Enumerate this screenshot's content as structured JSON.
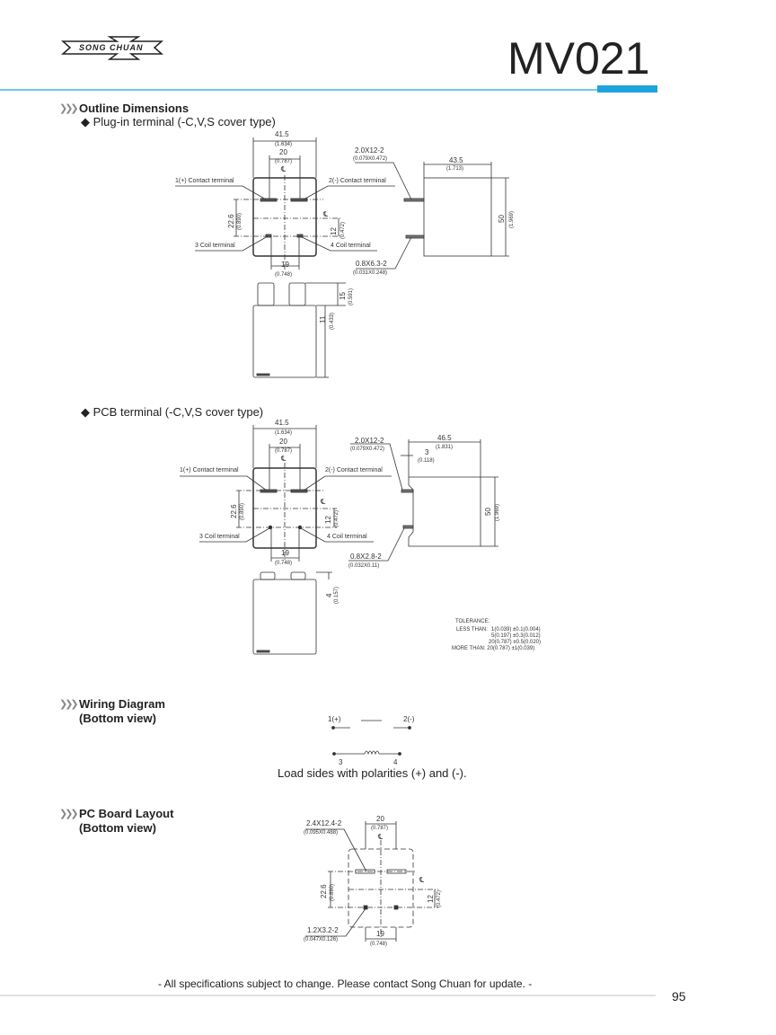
{
  "header": {
    "brand": "SONG CHUAN",
    "model": "MV021",
    "accent_color": "#1fa3dc"
  },
  "outline": {
    "title": "Outline Dimensions",
    "plugin": {
      "subtitle": "◆ Plug-in terminal (-C,V,S cover type)",
      "width": "41.5",
      "width_in": "(1.634)",
      "pitch": "20",
      "pitch_in": "(0.787)",
      "cl": "℄",
      "t1": "1(+) Contact terminal",
      "t2": "2(-) Contact terminal",
      "t3": "3 Coil terminal",
      "t4": "4 Coil terminal",
      "v226": "22.6",
      "v226_in": "(0.890)",
      "v12": "12",
      "v12_in": "(0.472)",
      "p19": "19",
      "p19_in": "(0.748)",
      "pin1": "2.0X12-2",
      "pin1_in": "(0.079X0.472)",
      "pin2": "0.8X6.3-2",
      "pin2_in": "(0.031X0.248)",
      "depth": "43.5",
      "depth_in": "(1.713)",
      "height": "50",
      "height_in": "(1.969)",
      "pinlen": "15",
      "pinlen_in": "(0.591)",
      "base": "11",
      "base_in": "(0.433)"
    },
    "pcb": {
      "subtitle": "◆ PCB terminal (-C,V,S cover type)",
      "width": "41.5",
      "width_in": "(1.634)",
      "pitch": "20",
      "pitch_in": "(0.787)",
      "cl": "℄",
      "t1": "1(+) Contact terminal",
      "t2": "2(-) Contact terminal",
      "t3": "3 Coil terminal",
      "t4": "4 Coil terminal",
      "v226": "22.6",
      "v226_in": "(0.890)",
      "v12": "12",
      "v12_in": "(0.472)",
      "p19": "19",
      "p19_in": "(0.748)",
      "pin1": "2.0X12-2",
      "pin1_in": "(0.079X0.472)",
      "pin2": "0.8X2.8-2",
      "pin2_in": "(0.032X0.11)",
      "depth": "46.5",
      "depth_in": "(1.831)",
      "standoff": "3",
      "standoff_in": "(0.118)",
      "height": "50",
      "height_in": "(1.969)",
      "pinlen": "4",
      "pinlen_in": "(0.157)"
    },
    "tolerance": {
      "title": "TOLERANCE:",
      "less": "LESS THAN:",
      "l1": "1(0.039) ±0.1(0.004)",
      "l2": "5(0.197) ±0.3(0.012)",
      "l3": "20(0.787) ±0.5(0.020)",
      "more": "MORE THAN: 20(0.787) ±1(0.039)"
    }
  },
  "wiring": {
    "title": "Wiring Diagram",
    "subtitle": "(Bottom view)",
    "p1": "1(+)",
    "p2": "2(-)",
    "p3": "3",
    "p4": "4",
    "note": "Load sides with polarities (+) and (-)."
  },
  "pcb_layout": {
    "title": "PC Board Layout",
    "subtitle": "(Bottom view)",
    "pitch": "20",
    "pitch_in": "(0.787)",
    "cl": "℄",
    "hole1": "2.4X12.4-2",
    "hole1_in": "(0.095X0.488)",
    "hole2": "1.2X3.2-2",
    "hole2_in": "(0.047X0.126)",
    "v226": "22.6",
    "v226_in": "(0.890)",
    "v12": "12",
    "v12_in": "(0.472)",
    "p19": "19",
    "p19_in": "(0.748)"
  },
  "footer": {
    "note": "- All specifications subject to change.  Please contact Song Chuan for update. -",
    "page": "95"
  }
}
